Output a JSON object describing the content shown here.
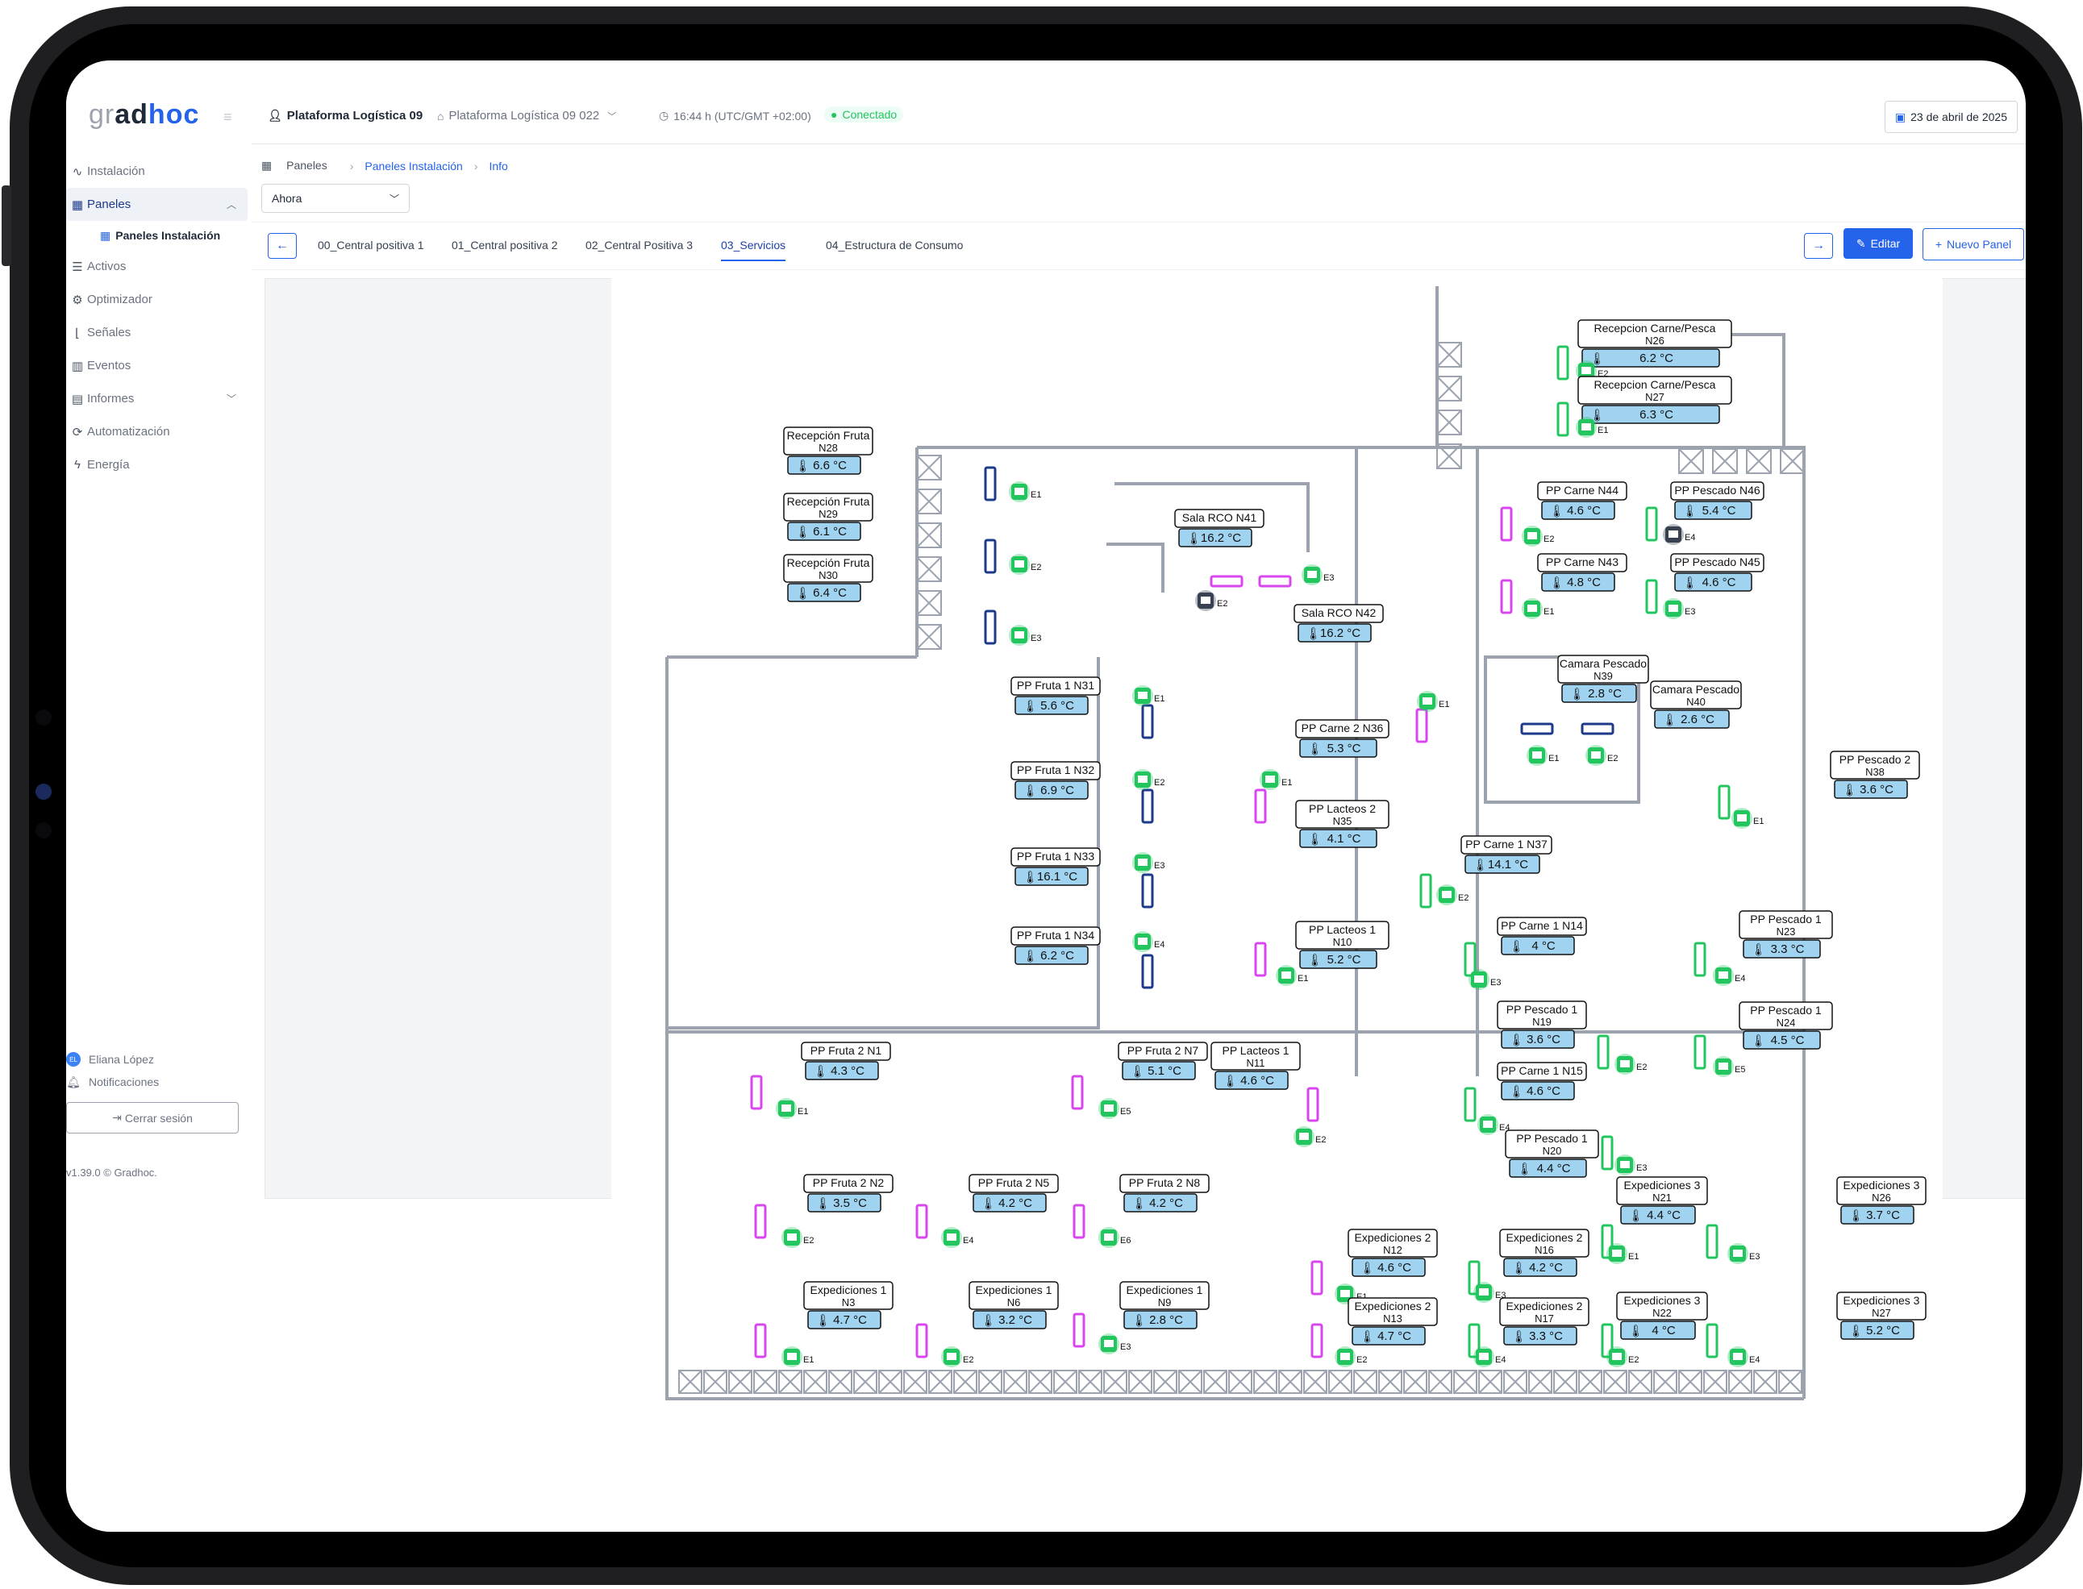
{
  "app": {
    "logo_gr": "gr",
    "logo_ad": "ad",
    "logo_hoc": "hoc"
  },
  "sidebar": {
    "items": [
      {
        "label": "Instalación",
        "icon": "activity-icon"
      },
      {
        "label": "Paneles",
        "icon": "dashboard-icon"
      },
      {
        "label": "Activos",
        "icon": "list-icon"
      },
      {
        "label": "Optimizador",
        "icon": "sliders-icon"
      },
      {
        "label": "Señales",
        "icon": "chart-icon"
      },
      {
        "label": "Eventos",
        "icon": "events-icon"
      },
      {
        "label": "Informes",
        "icon": "document-icon"
      },
      {
        "label": "Automatización",
        "icon": "automation-icon"
      },
      {
        "label": "Energía",
        "icon": "bolt-icon"
      }
    ],
    "sub_item": "Paneles Instalación",
    "user_initials": "EL",
    "user_name": "Eliana López",
    "notifications": "Notificaciones",
    "logout": "Cerrar sesión",
    "version": "v1.39.0 © Gradhoc."
  },
  "topbar": {
    "installation": "Plataforma Logística 09",
    "site": "Plataforma Logística 09 022",
    "time": "16:44 h (UTC/GMT +02:00)",
    "status": "Conectado",
    "date": "23 de abril de 2025"
  },
  "breadcrumb": [
    "Paneles",
    "Paneles Instalación",
    "Info"
  ],
  "time_select": "Ahora",
  "tabs": [
    "00_Central positiva 1",
    "01_Central positiva 2",
    "02_Central Positiva 3",
    "03_Servicios",
    "04_Estructura de Consumo"
  ],
  "actions": {
    "edit": "Editar",
    "new_panel": "Nuevo Panel"
  },
  "colors": {
    "accent": "#2563eb",
    "sensor_ok": "#22c55e",
    "temp_box": "#9fd3f0",
    "evap_pink": "#d946ef",
    "evap_blue": "#1e3a8a"
  },
  "zones": [
    {
      "name": "Recepcion Carne/Pesca N26",
      "temp": "6.2 °C",
      "unit": "E2"
    },
    {
      "name": "Recepcion Carne/Pesca N27",
      "temp": "6.3 °C",
      "unit": "E1"
    },
    {
      "name": "Recepción Fruta N28",
      "temp": "6.6 °C",
      "unit": "E1"
    },
    {
      "name": "Recepción Fruta N29",
      "temp": "6.1 °C",
      "unit": "E2"
    },
    {
      "name": "Recepción Fruta N30",
      "temp": "6.4 °C",
      "unit": "E3"
    },
    {
      "name": "Sala RCO N41",
      "temp": "16.2 °C",
      "unit": "E2"
    },
    {
      "name": "Sala RCO N42",
      "temp": "16.2 °C",
      "unit": "E3"
    },
    {
      "name": "PP Carne N44",
      "temp": "4.6 °C",
      "unit": "E2"
    },
    {
      "name": "PP Pescado N46",
      "temp": "5.4 °C",
      "unit": "E4"
    },
    {
      "name": "PP Carne N43",
      "temp": "4.8 °C",
      "unit": "E1"
    },
    {
      "name": "PP Pescado N45",
      "temp": "4.6 °C",
      "unit": "E3"
    },
    {
      "name": "Camara Pescado N39",
      "temp": "2.8 °C",
      "unit": "E1"
    },
    {
      "name": "Camara Pescado N40",
      "temp": "2.6 °C",
      "unit": "E2"
    },
    {
      "name": "PP Fruta 1 N31",
      "temp": "5.6 °C",
      "unit": "E1"
    },
    {
      "name": "PP Fruta 1 N32",
      "temp": "6.9 °C",
      "unit": "E2"
    },
    {
      "name": "PP Fruta 1 N33",
      "temp": "16.1 °C",
      "unit": "E3"
    },
    {
      "name": "PP Fruta 1 N34",
      "temp": "6.2 °C",
      "unit": "E4"
    },
    {
      "name": "PP Carne 2 N36",
      "temp": "5.3 °C",
      "unit": "E1"
    },
    {
      "name": "PP Lacteos 2 N35",
      "temp": "4.1 °C",
      "unit": "E1"
    },
    {
      "name": "PP Pescado 2 N38",
      "temp": "3.6 °C",
      "unit": "E1"
    },
    {
      "name": "PP Carne 1 N37",
      "temp": "14.1 °C",
      "unit": "E2"
    },
    {
      "name": "PP Lacteos 1 N10",
      "temp": "5.2 °C",
      "unit": "E1"
    },
    {
      "name": "PP Carne 1 N14",
      "temp": "4 °C",
      "unit": "E3"
    },
    {
      "name": "PP Pescado 1 N23",
      "temp": "3.3 °C",
      "unit": "E4"
    },
    {
      "name": "PP Pescado 1 N19",
      "temp": "3.6 °C",
      "unit": "E2"
    },
    {
      "name": "PP Pescado 1 N24",
      "temp": "4.5 °C",
      "unit": "E5"
    },
    {
      "name": "PP Fruta 2 N1",
      "temp": "4.3 °C",
      "unit": "E1"
    },
    {
      "name": "PP Fruta 2 N7",
      "temp": "5.1 °C",
      "unit": "E5"
    },
    {
      "name": "PP Lacteos 1 N11",
      "temp": "4.6 °C",
      "unit": "E2"
    },
    {
      "name": "PP Carne 1 N15",
      "temp": "4.6 °C",
      "unit": "E4"
    },
    {
      "name": "PP Pescado 1 N20",
      "temp": "4.4 °C",
      "unit": "E3"
    },
    {
      "name": "PP Fruta 2 N2",
      "temp": "3.5 °C",
      "unit": "E2"
    },
    {
      "name": "PP Fruta 2 N5",
      "temp": "4.2 °C",
      "unit": "E4"
    },
    {
      "name": "PP Fruta 2 N8",
      "temp": "4.2 °C",
      "unit": "E6"
    },
    {
      "name": "Expediciones 3 N21",
      "temp": "4.4 °C",
      "unit": "E1"
    },
    {
      "name": "Expediciones 3 N26",
      "temp": "3.7 °C",
      "unit": "E3"
    },
    {
      "name": "Expediciones 2 N12",
      "temp": "4.6 °C",
      "unit": "E1"
    },
    {
      "name": "Expediciones 2 N16",
      "temp": "4.2 °C",
      "unit": "E3"
    },
    {
      "name": "Expediciones 1 N3",
      "temp": "4.7 °C",
      "unit": "E1"
    },
    {
      "name": "Expediciones 1 N6",
      "temp": "3.2 °C",
      "unit": "E2"
    },
    {
      "name": "Expediciones 1 N9",
      "temp": "2.8 °C",
      "unit": "E3"
    },
    {
      "name": "Expediciones 2 N13",
      "temp": "4.7 °C",
      "unit": "E2"
    },
    {
      "name": "Expediciones 2 N17",
      "temp": "3.3 °C",
      "unit": "E4"
    },
    {
      "name": "Expediciones 3 N22",
      "temp": "4 °C",
      "unit": "E2"
    },
    {
      "name": "Expediciones 3 N27",
      "temp": "5.2 °C",
      "unit": "E4"
    }
  ]
}
